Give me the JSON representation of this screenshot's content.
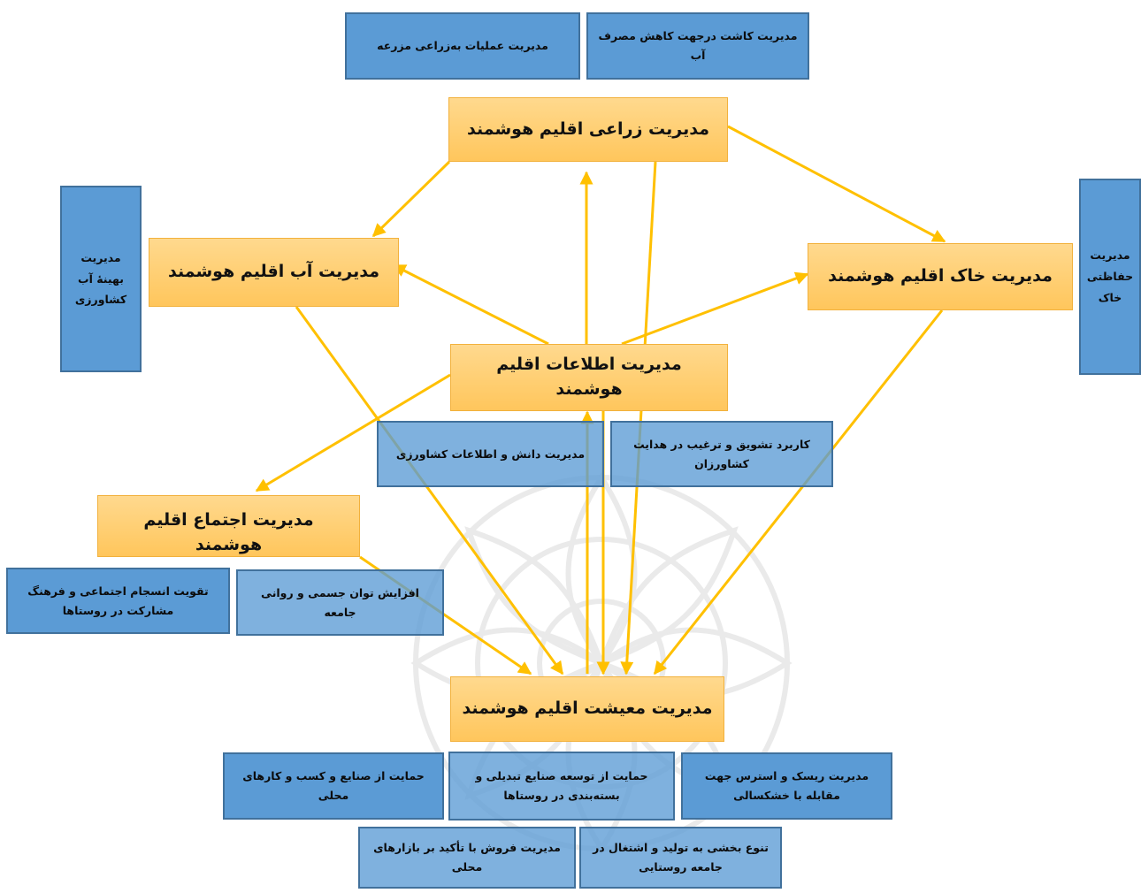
{
  "nodes": {
    "agronomy": "مدیریت زراعی اقلیم هوشمند",
    "water": "مدیریت آب اقلیم هوشمند",
    "soil": "مدیریت خاک اقلیم هوشمند",
    "information": "مدیریت اطلاعات اقلیم هوشمند",
    "social": "مدیریت اجتماع اقلیم هوشمند",
    "livelihood": "مدیریت معیشت اقلیم هوشمند"
  },
  "sub": {
    "farm_operations": "مدیریت عملیات به‌زراعی مزرعه",
    "cultivation_water": "مدیریت کاشت درجهت کاهش مصرف آب",
    "optimal_water": "مدیریت بهینهٔ آب کشاورزی",
    "soil_conservation": "مدیریت حفاظتی خاک",
    "agri_knowledge": "مدیریت دانش و اطلاعات کشاورزی",
    "farmer_incentives": "کاربرد تشویق و ترغیب در هدایت کشاورزان",
    "social_cohesion": "تقویت انسجام اجتماعی و فرهنگ مشارکت در روستاها",
    "physical_mental": "افزایش توان جسمی و روانی جامعه",
    "local_industries": "حمایت از صنایع و کسب و کارهای محلی",
    "processing_industries": "حمایت از توسعه صنایع تبدیلی و بسته‌بندی در روستاها",
    "risk_drought": "مدیریت ریسک و استرس جهت مقابله با خشکسالی",
    "local_markets": "مدیریت فروش با تأکید بر بازارهای محلی",
    "diversification": "تنوع بخشی به تولید و اشتغال در جامعه روستایی"
  },
  "colors": {
    "arrow": "#ffc000",
    "main_fill": "#ffd27f",
    "sub_fill": "#5b9bd5"
  }
}
